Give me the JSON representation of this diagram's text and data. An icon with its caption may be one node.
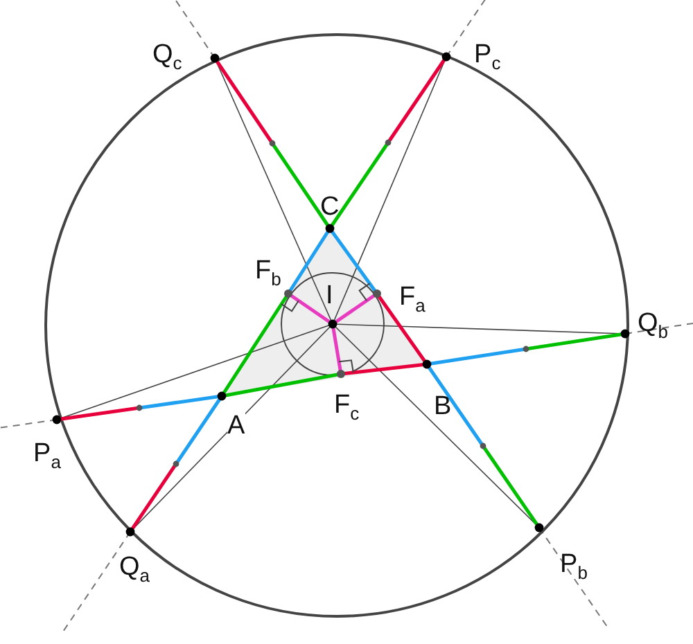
{
  "diagram": {
    "labels": [
      "Q$_{c}$",
      "P$_{c}$",
      "C",
      "F$_{b}$",
      "I",
      "F$_{a}$",
      "Q$_{b}$",
      "B",
      "F$_{c}$",
      "P$_{a}$",
      "A",
      "Q$_{a}$",
      "P$_{b}$"
    ]
  }
}
